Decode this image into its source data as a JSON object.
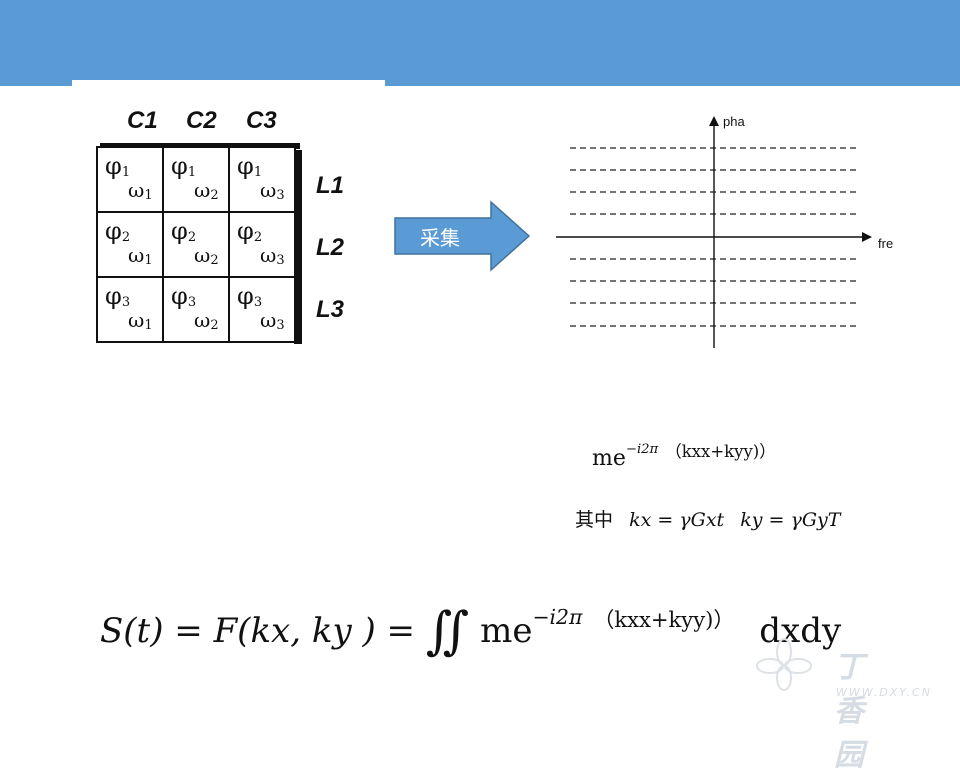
{
  "diagram": {
    "columns": [
      "C1",
      "C2",
      "C3"
    ],
    "rows": [
      "L1",
      "L2",
      "L3"
    ],
    "cells": [
      [
        {
          "phi": "1",
          "omega": "1"
        },
        {
          "phi": "1",
          "omega": "2"
        },
        {
          "phi": "1",
          "omega": "3"
        }
      ],
      [
        {
          "phi": "2",
          "omega": "1"
        },
        {
          "phi": "2",
          "omega": "2"
        },
        {
          "phi": "2",
          "omega": "3"
        }
      ],
      [
        {
          "phi": "3",
          "omega": "1"
        },
        {
          "phi": "3",
          "omega": "2"
        },
        {
          "phi": "3",
          "omega": "3"
        }
      ]
    ],
    "arrow_label": "采集",
    "axis_y_label": "pha",
    "axis_x_label": "fre",
    "colors": {
      "header": "#5b9bd5",
      "arrow": "#5b9bd5",
      "arrow_border": "#41719c"
    }
  },
  "formulas": {
    "exp_base": "me",
    "exp_power": "−i2π",
    "exp_args": "（kxx+kyy)）",
    "where_label": "其中",
    "kx_def": "kx = γGxt",
    "ky_def": "ky = γGyT",
    "signal_lhs": "S(t) = F(kx, ky ) =",
    "signal_integral": "∬",
    "signal_tail": "dxdy"
  },
  "watermark": {
    "text_cn": "丁香园",
    "text_en": "WWW.DXY.CN"
  }
}
